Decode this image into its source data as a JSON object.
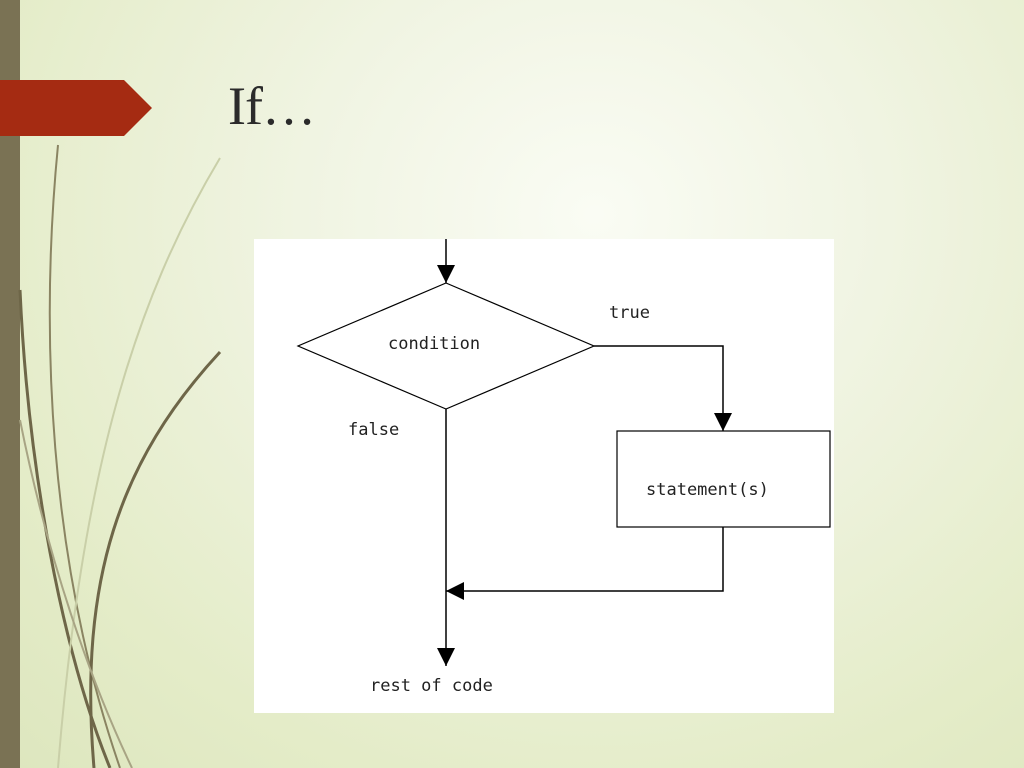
{
  "slide": {
    "title": "If…"
  },
  "theme": {
    "accent": "#a52b12",
    "bar": "#7a7254"
  },
  "diagram": {
    "decision": "condition",
    "true_label": "true",
    "false_label": "false",
    "process": "statement(s)",
    "end": "rest of code"
  }
}
